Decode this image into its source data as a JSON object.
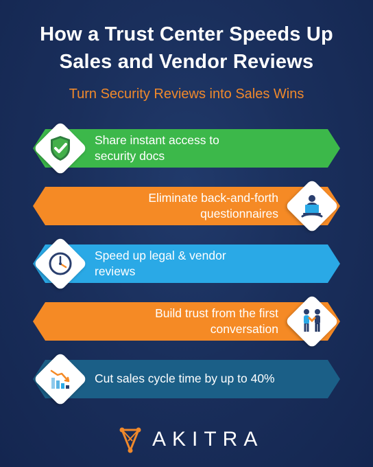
{
  "header": {
    "title_line1": "How a Trust Center Speeds Up",
    "title_line2": "Sales and Vendor Reviews",
    "subtitle": "Turn Security Reviews into Sales Wins"
  },
  "banners": [
    {
      "line1": "Share instant access to",
      "line2": "security docs",
      "color": "#3cb84a",
      "icon": "shield-check-icon"
    },
    {
      "line1": "Eliminate back-and-forth",
      "line2": "questionnaires",
      "color": "#f58a25",
      "icon": "laptop-person-icon"
    },
    {
      "line1": "Speed up legal & vendor",
      "line2": "reviews",
      "color": "#2aa9e6",
      "icon": "clock-icon"
    },
    {
      "line1": "Build trust from the first",
      "line2": "conversation",
      "color": "#f58a25",
      "icon": "handshake-people-icon"
    },
    {
      "line1": "Cut sales cycle time by up to 40%",
      "line2": "",
      "color": "#1b5f87",
      "icon": "declining-chart-icon"
    }
  ],
  "brand": {
    "name": "AKITRA",
    "accent": "#f0892b"
  }
}
